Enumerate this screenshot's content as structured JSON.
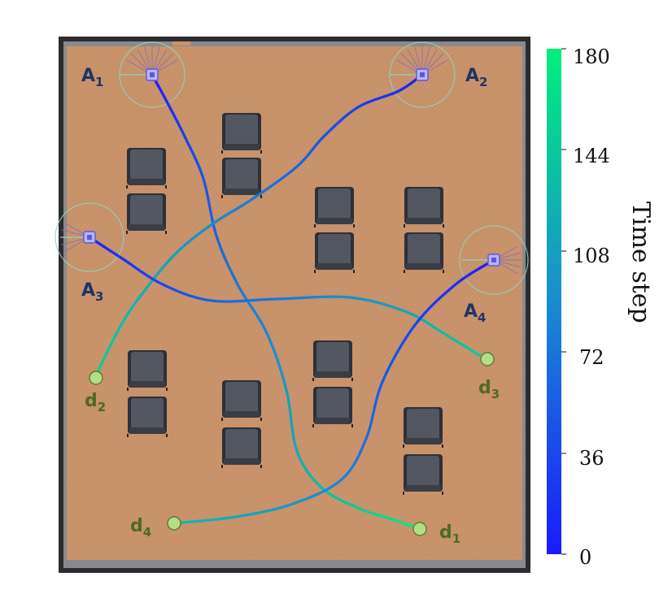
{
  "agents": [
    {
      "id": "A1",
      "letter": "A",
      "sub": "1"
    },
    {
      "id": "A2",
      "letter": "A",
      "sub": "2"
    },
    {
      "id": "A3",
      "letter": "A",
      "sub": "3"
    },
    {
      "id": "A4",
      "letter": "A",
      "sub": "4"
    }
  ],
  "destinations": [
    {
      "id": "d1",
      "letter": "d",
      "sub": "1"
    },
    {
      "id": "d2",
      "letter": "d",
      "sub": "2"
    },
    {
      "id": "d3",
      "letter": "d",
      "sub": "3"
    },
    {
      "id": "d4",
      "letter": "d",
      "sub": "4"
    }
  ],
  "colorbar": {
    "title": "Time step",
    "ticks": [
      "180",
      "144",
      "108",
      "72",
      "36",
      "0"
    ],
    "min": 0,
    "max": 180,
    "color_low": "#1a1aff",
    "color_high": "#00f07a"
  },
  "colors": {
    "floor": "#c9936c",
    "wall": "#3b3b3e",
    "chair": "#4a4d55",
    "agent_label": "#1f3564",
    "dest_label": "#4e6b22",
    "dest_fill": "#b6dc86"
  }
}
